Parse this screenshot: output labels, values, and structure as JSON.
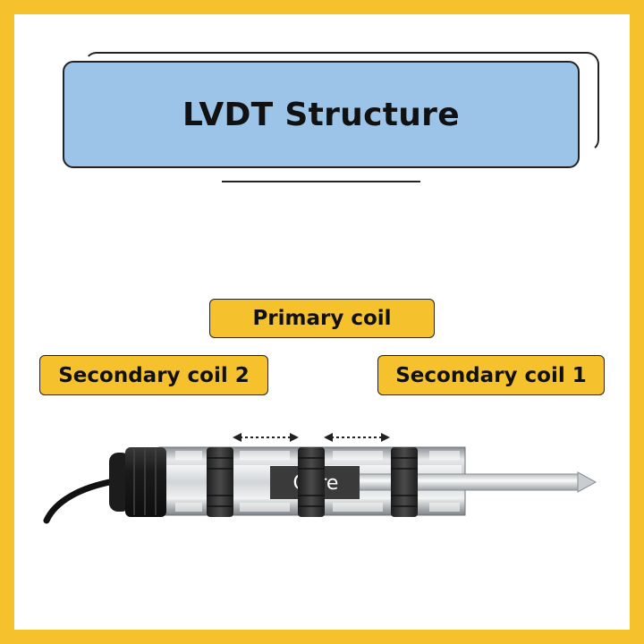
{
  "title": "LVDT Structure",
  "labels": {
    "primary": "Primary coil",
    "secondary_2": "Secondary coil 2",
    "secondary_1": "Secondary coil 1",
    "core": "Core"
  },
  "colors": {
    "border": "#F5C22E",
    "title_fill": "#9CC4E8",
    "label_fill": "#F5C22E",
    "coil": "#2B2B2B",
    "core": "#3A3A3A"
  }
}
